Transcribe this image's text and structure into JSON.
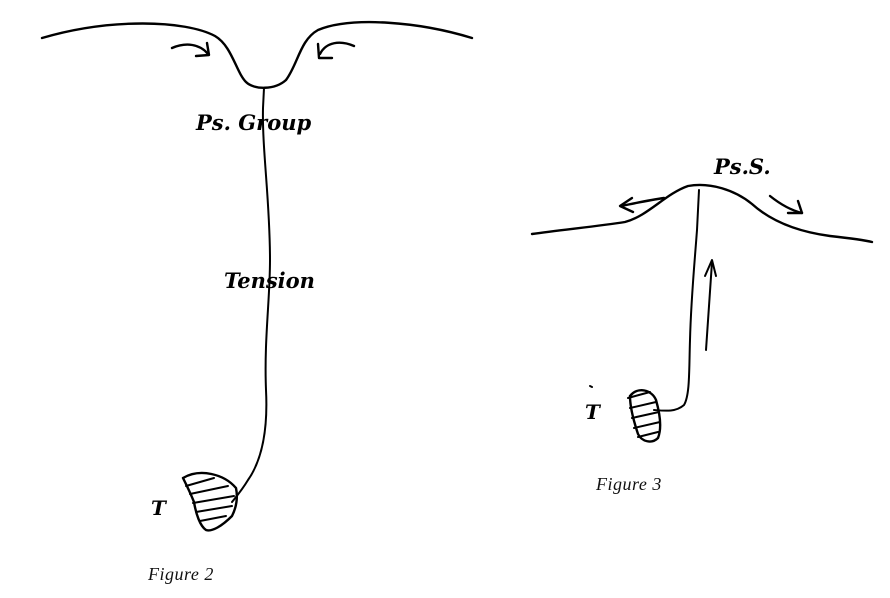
{
  "figure2": {
    "label_top": "Ps. Group",
    "label_middle": "Tension",
    "label_bottom": "T",
    "caption": "Figure 2"
  },
  "figure3": {
    "label_top": "Ps.S.",
    "label_bottom": "T",
    "caption": "Figure 3"
  }
}
